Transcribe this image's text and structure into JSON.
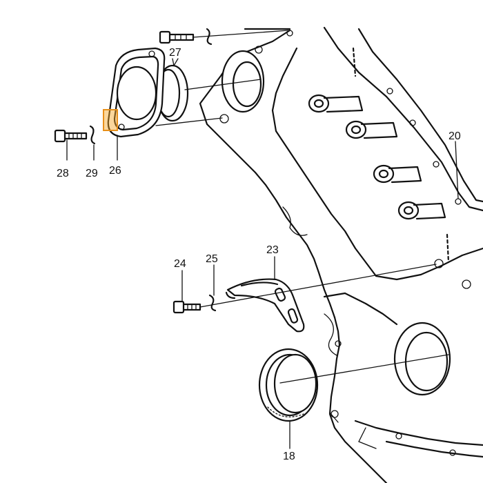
{
  "diagram": {
    "part_labels": {
      "p18": "18",
      "p20": "20",
      "p23": "23",
      "p24": "24",
      "p25": "25",
      "p26": "26",
      "p27": "27",
      "p28": "28",
      "p29": "29"
    },
    "highlight_color": "#f6a623"
  }
}
